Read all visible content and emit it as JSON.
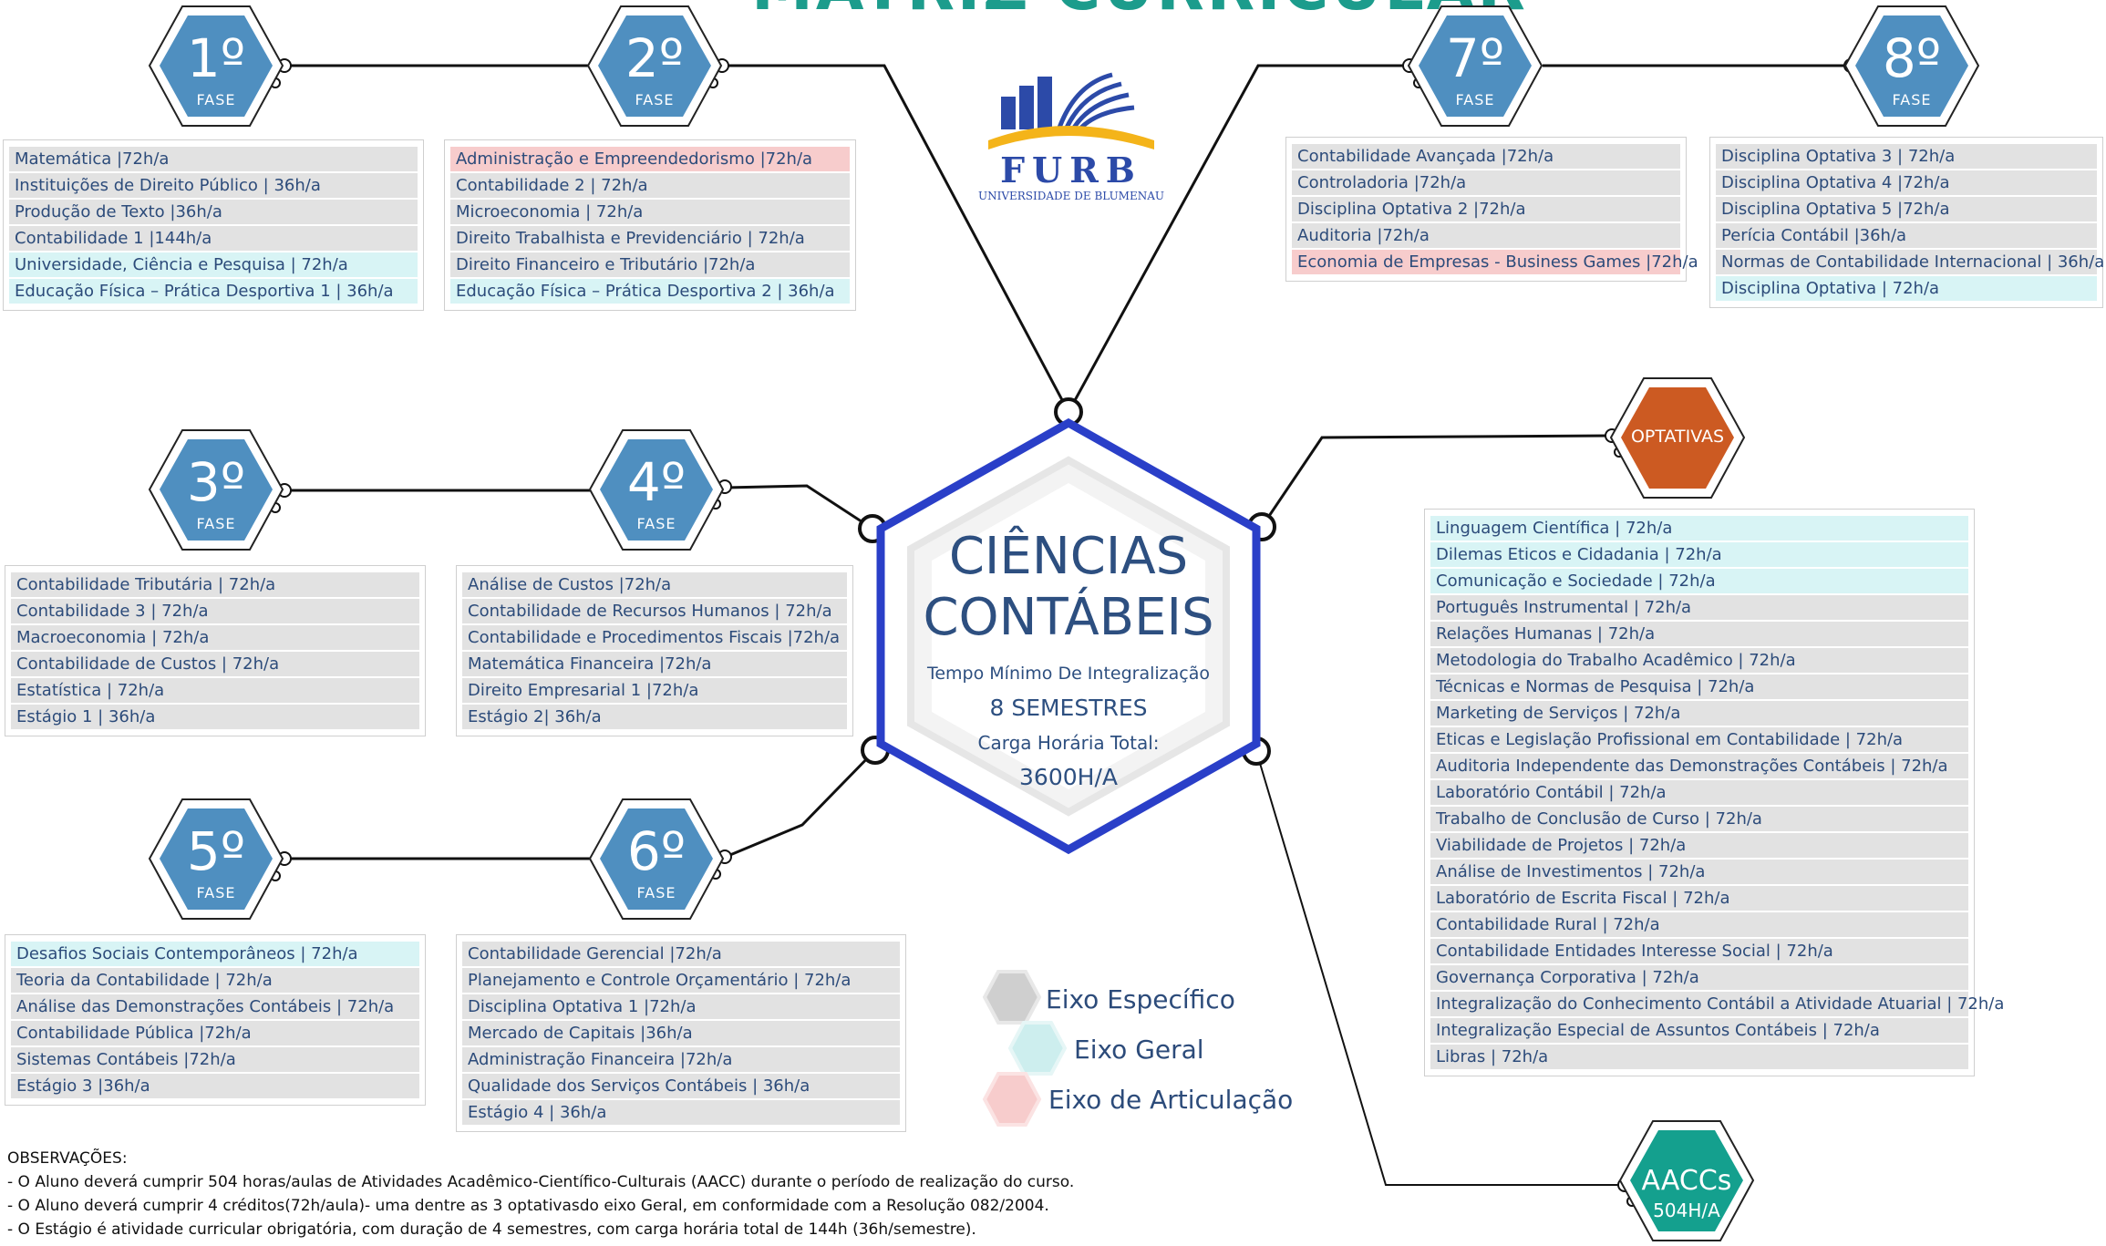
{
  "title": "MATRIZ CURRICULAR",
  "colors": {
    "phase_hex": "#4f8fc0",
    "title": "#1c9c8c",
    "center_border": "#2a3fc8",
    "text": "#2c4b7a",
    "eixo_especifico": "#e2e2e2",
    "eixo_geral": "#d8f4f5",
    "eixo_articulacao": "#f7cccc",
    "optativas_hex": "#cc5a22",
    "aaccs_hex": "#14a08e"
  },
  "logo": {
    "name": "FURB",
    "subtitle": "UNIVERSIDADE DE BLUMENAU"
  },
  "center": {
    "line1": "CIÊNCIAS",
    "line2": "CONTÁBEIS",
    "min_label": "Tempo Mínimo De Integralização",
    "min_value": "8 SEMESTRES",
    "total_label": "Carga Horária Total:",
    "total_value": "3600H/A"
  },
  "phases": [
    {
      "number": "1º",
      "label": "FASE",
      "courses": [
        {
          "text": "Matemática |72h/a",
          "axis": "esp"
        },
        {
          "text": "Instituições de Direito Público | 36h/a",
          "axis": "esp"
        },
        {
          "text": "Produção de Texto |36h/a",
          "axis": "esp"
        },
        {
          "text": "Contabilidade 1 |144h/a",
          "axis": "esp"
        },
        {
          "text": "Universidade, Ciência e Pesquisa | 72h/a",
          "axis": "ger"
        },
        {
          "text": "Educação Física – Prática Desportiva 1 | 36h/a",
          "axis": "ger"
        }
      ]
    },
    {
      "number": "2º",
      "label": "FASE",
      "courses": [
        {
          "text": "Administração e Empreendedorismo |72h/a",
          "axis": "art"
        },
        {
          "text": "Contabilidade 2 | 72h/a",
          "axis": "esp"
        },
        {
          "text": "Microeconomia | 72h/a",
          "axis": "esp"
        },
        {
          "text": "Direito Trabalhista e Previdenciário | 72h/a",
          "axis": "esp"
        },
        {
          "text": "Direito Financeiro e Tributário |72h/a",
          "axis": "esp"
        },
        {
          "text": "Educação Física – Prática Desportiva 2 | 36h/a",
          "axis": "ger"
        }
      ]
    },
    {
      "number": "3º",
      "label": "FASE",
      "courses": [
        {
          "text": "Contabilidade Tributária | 72h/a",
          "axis": "esp"
        },
        {
          "text": "Contabilidade 3 | 72h/a",
          "axis": "esp"
        },
        {
          "text": "Macroeconomia | 72h/a",
          "axis": "esp"
        },
        {
          "text": "Contabilidade de Custos | 72h/a",
          "axis": "esp"
        },
        {
          "text": "Estatística | 72h/a",
          "axis": "esp"
        },
        {
          "text": "Estágio 1 | 36h/a",
          "axis": "esp"
        }
      ]
    },
    {
      "number": "4º",
      "label": "FASE",
      "courses": [
        {
          "text": "Análise de Custos |72h/a",
          "axis": "esp"
        },
        {
          "text": "Contabilidade de Recursos Humanos | 72h/a",
          "axis": "esp"
        },
        {
          "text": "Contabilidade e Procedimentos Fiscais |72h/a",
          "axis": "esp"
        },
        {
          "text": "Matemática Financeira |72h/a",
          "axis": "esp"
        },
        {
          "text": "Direito Empresarial 1 |72h/a",
          "axis": "esp"
        },
        {
          "text": "Estágio 2| 36h/a",
          "axis": "esp"
        }
      ]
    },
    {
      "number": "5º",
      "label": "FASE",
      "courses": [
        {
          "text": "Desafios Sociais Contemporâneos | 72h/a",
          "axis": "ger"
        },
        {
          "text": "Teoria da Contabilidade | 72h/a",
          "axis": "esp"
        },
        {
          "text": "Análise das Demonstrações Contábeis | 72h/a",
          "axis": "esp"
        },
        {
          "text": "Contabilidade Pública |72h/a",
          "axis": "esp"
        },
        {
          "text": "Sistemas Contábeis |72h/a",
          "axis": "esp"
        },
        {
          "text": "Estágio 3 |36h/a",
          "axis": "esp"
        }
      ]
    },
    {
      "number": "6º",
      "label": "FASE",
      "courses": [
        {
          "text": "Contabilidade Gerencial |72h/a",
          "axis": "esp"
        },
        {
          "text": "Planejamento e Controle Orçamentário | 72h/a",
          "axis": "esp"
        },
        {
          "text": "Disciplina Optativa 1 |72h/a",
          "axis": "esp"
        },
        {
          "text": "Mercado de Capitais |36h/a",
          "axis": "esp"
        },
        {
          "text": "Administração Financeira |72h/a",
          "axis": "esp"
        },
        {
          "text": "Qualidade dos Serviços Contábeis | 36h/a",
          "axis": "esp"
        },
        {
          "text": "Estágio 4 | 36h/a",
          "axis": "esp"
        }
      ]
    },
    {
      "number": "7º",
      "label": "FASE",
      "courses": [
        {
          "text": "Contabilidade Avançada |72h/a",
          "axis": "esp"
        },
        {
          "text": "Controladoria |72h/a",
          "axis": "esp"
        },
        {
          "text": "Disciplina Optativa 2 |72h/a",
          "axis": "esp"
        },
        {
          "text": "Auditoria |72h/a",
          "axis": "esp"
        },
        {
          "text": "Economia de Empresas - Business Games |72h/a",
          "axis": "art"
        }
      ]
    },
    {
      "number": "8º",
      "label": "FASE",
      "courses": [
        {
          "text": "Disciplina Optativa 3 | 72h/a",
          "axis": "esp"
        },
        {
          "text": "Disciplina Optativa 4 |72h/a",
          "axis": "esp"
        },
        {
          "text": "Disciplina Optativa 5 |72h/a",
          "axis": "esp"
        },
        {
          "text": "Perícia Contábil |36h/a",
          "axis": "esp"
        },
        {
          "text": "Normas de Contabilidade Internacional | 36h/a",
          "axis": "esp"
        },
        {
          "text": "Disciplina Optativa | 72h/a",
          "axis": "ger"
        }
      ]
    }
  ],
  "optativas": {
    "label": "OPTATIVAS",
    "courses": [
      {
        "text": "Linguagem Científica | 72h/a",
        "axis": "ger"
      },
      {
        "text": "Dilemas Eticos e Cidadania | 72h/a",
        "axis": "ger"
      },
      {
        "text": "Comunicação e Sociedade | 72h/a",
        "axis": "ger"
      },
      {
        "text": "Português Instrumental | 72h/a",
        "axis": "esp"
      },
      {
        "text": "Relações Humanas | 72h/a",
        "axis": "esp"
      },
      {
        "text": "Metodologia do Trabalho Acadêmico | 72h/a",
        "axis": "esp"
      },
      {
        "text": "Técnicas e Normas de Pesquisa | 72h/a",
        "axis": "esp"
      },
      {
        "text": "Marketing de Serviços | 72h/a",
        "axis": "esp"
      },
      {
        "text": "Eticas e Legislação Profissional em Contabilidade | 72h/a",
        "axis": "esp"
      },
      {
        "text": "Auditoria Independente das Demonstrações Contábeis | 72h/a",
        "axis": "esp"
      },
      {
        "text": "Laboratório Contábil | 72h/a",
        "axis": "esp"
      },
      {
        "text": "Trabalho de Conclusão de Curso | 72h/a",
        "axis": "esp"
      },
      {
        "text": "Viabilidade de Projetos | 72h/a",
        "axis": "esp"
      },
      {
        "text": "Análise de Investimentos | 72h/a",
        "axis": "esp"
      },
      {
        "text": "Laboratório de Escrita Fiscal | 72h/a",
        "axis": "esp"
      },
      {
        "text": "Contabilidade Rural | 72h/a",
        "axis": "esp"
      },
      {
        "text": "Contabilidade Entidades Interesse Social | 72h/a",
        "axis": "esp"
      },
      {
        "text": "Governança Corporativa | 72h/a",
        "axis": "esp"
      },
      {
        "text": "Integralização do Conhecimento Contábil a Atividade Atuarial | 72h/a",
        "axis": "esp"
      },
      {
        "text": "Integralização Especial de Assuntos Contábeis | 72h/a",
        "axis": "esp"
      },
      {
        "text": "Libras | 72h/a",
        "axis": "esp"
      }
    ]
  },
  "aaccs": {
    "label": "AACCs",
    "hours": "504H/A"
  },
  "legend": {
    "especifico": "Eixo Específico",
    "geral": "Eixo Geral",
    "articulacao": "Eixo de Articulação"
  },
  "observations": {
    "heading": "OBSERVAÇÕES:",
    "items": [
      "- O Aluno deverá cumprir 504 horas/aulas de Atividades Acadêmico-Científico-Culturais (AACC) durante o período de realização do curso.",
      "- O Aluno deverá cumprir 4 créditos(72h/aula)- uma dentre as 3 optativasdo eixo Geral, em conformidade com a Resolução 082/2004.",
      "- O Estágio é atividade curricular obrigatória, com duração de 4 semestres, com carga horária total de 144h (36h/semestre)."
    ]
  }
}
